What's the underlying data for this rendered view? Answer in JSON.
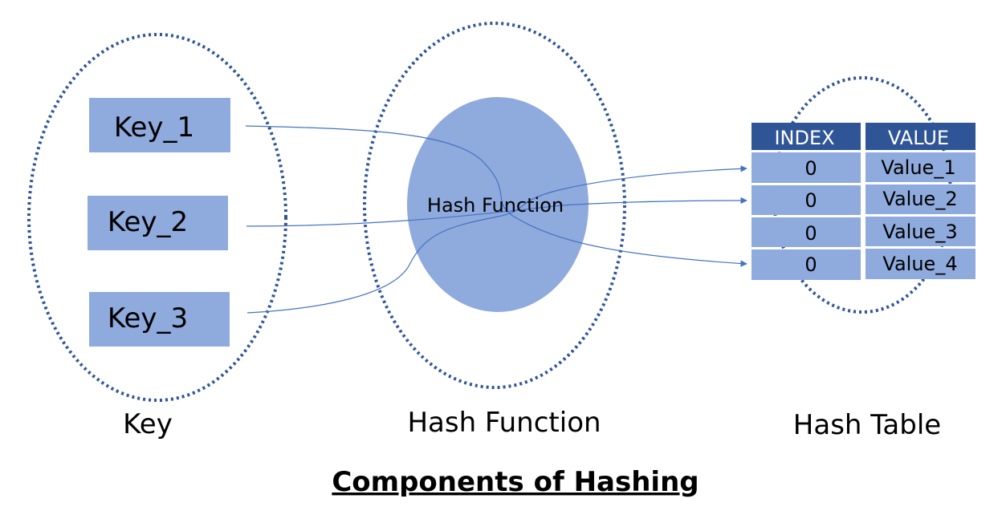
{
  "keys": [
    "Key_1",
    "Key_2",
    "Key_3"
  ],
  "hash_function_center_label": "Hash Function",
  "table": {
    "headers": {
      "index": "INDEX",
      "value": "VALUE"
    },
    "rows": [
      {
        "index": "0",
        "value": "Value_1"
      },
      {
        "index": "0",
        "value": "Value_2"
      },
      {
        "index": "0",
        "value": "Value_3"
      },
      {
        "index": "0",
        "value": "Value_4"
      }
    ]
  },
  "group_labels": {
    "key": "Key",
    "hash_function": "Hash Function",
    "hash_table": "Hash Table"
  },
  "caption": "Components of Hashing",
  "colors": {
    "key_box": "#8faadc",
    "hash_ellipse": "#8faadc",
    "table_header": "#2f5597",
    "table_cell": "#8faadc",
    "dotted_outline": "#2f5597",
    "arrow": "#4472c4"
  }
}
